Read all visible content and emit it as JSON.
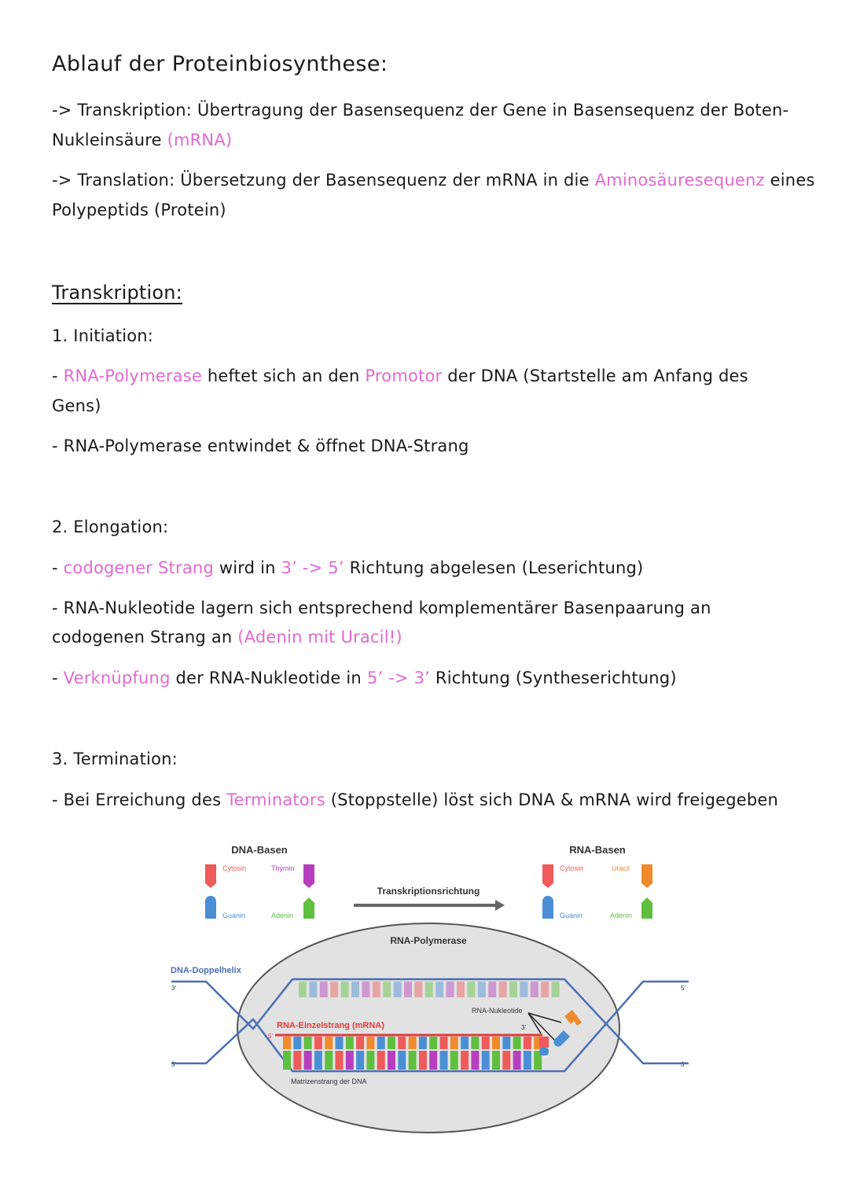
{
  "title": "Ablauf der Proteinbiosynthese:",
  "intro": {
    "transkription_l1": "-> Transkription: Übertragung der Basensequenz der Gene in Basensequenz der Boten-",
    "transkription_l2a": "Nukleinsäure ",
    "transkription_l2b": "(mRNA)",
    "translation_l1a": "-> Translation: Übersetzung der Basensequenz der mRNA in die ",
    "translation_l1b": "Aminosäuresequenz",
    "translation_l1c": " eines",
    "translation_l2": "Polypeptids (Protein)"
  },
  "section": {
    "heading": "Transkription:",
    "initiation": {
      "title": "1. Initiation:",
      "b1_a": "- ",
      "b1_b": "RNA-Polymerase",
      "b1_c": " heftet sich an den ",
      "b1_d": "Promotor",
      "b1_e": " der DNA (Startstelle am Anfang des",
      "b1_l2": "Gens)",
      "b2": "- RNA-Polymerase entwindet & öffnet DNA-Strang"
    },
    "elongation": {
      "title": "2. Elongation:",
      "b1_a": "- ",
      "b1_b": "codogener Strang",
      "b1_c": " wird in ",
      "b1_d": "3’ -> 5’",
      "b1_e": " Richtung abgelesen (Leserichtung)",
      "b2_l1": "- RNA-Nukleotide lagern sich entsprechend komplementärer Basenpaarung an",
      "b2_l2a": "codogenen Strang an ",
      "b2_l2b": "(Adenin mit Uracil!)",
      "b3_a": "- ",
      "b3_b": "Verknüpfung",
      "b3_c": " der RNA-Nukleotide in ",
      "b3_d": "5’ -> 3’",
      "b3_e": " Richtung (Syntheserichtung)"
    },
    "termination": {
      "title": "3. Termination:",
      "b1_a": "- Bei Erreichung des ",
      "b1_b": "Terminators",
      "b1_c": " (Stoppstelle) löst sich DNA & mRNA wird freigegeben"
    }
  },
  "diagram": {
    "dna_bases_title": "DNA-Basen",
    "rna_bases_title": "RNA-Basen",
    "cytosin": "Cytosin",
    "thymin": "Thymin",
    "guanin": "Guanin",
    "adenin": "Adenin",
    "uracil": "Uracil",
    "direction": "Transkriptionsrichtung",
    "polymerase": "RNA-Polymerase",
    "doppelhelix": "DNA-Doppelhelix",
    "nukleotide": "RNA-Nukleotide",
    "einzelstrang": "RNA-Einzelstrang (mRNA)",
    "matrize": "Matrizenstrang der DNA",
    "three_prime": "3’",
    "five_prime": "5’",
    "colors": {
      "cytosin": "#ef5a5a",
      "thymin": "#b73fbf",
      "guanin": "#4a8fd6",
      "adenin": "#5fbf3f",
      "uracil": "#f08a2a",
      "polymerase": "#e2e2e2",
      "strand": "#4a6fb5",
      "mrna": "#e23a3a",
      "pink_text": "#e06ad0"
    }
  }
}
